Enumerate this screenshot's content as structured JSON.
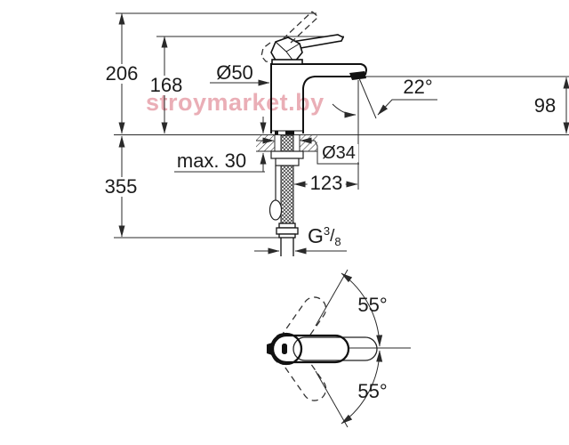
{
  "watermark": {
    "text": "stroymarket.by"
  },
  "side_view": {
    "dim_total_height": "206",
    "dim_handle_height": "168",
    "dim_body_diameter": "Ø50",
    "dim_spout_angle": "22°",
    "dim_spout_height": "98",
    "dim_max_deck_thickness": "max. 30",
    "dim_hole_diameter": "Ø34",
    "dim_spout_reach": "123",
    "dim_hose_length": "355",
    "thread": {
      "letter": "G",
      "numerator": "3",
      "slash": "/",
      "denominator": "8"
    }
  },
  "top_view": {
    "dim_swivel_upper": "55°",
    "dim_swivel_lower": "55°"
  },
  "colors": {
    "line": "#2a2a2a",
    "object_line": "#111111",
    "watermark": "#e59aa4",
    "background": "#ffffff"
  }
}
